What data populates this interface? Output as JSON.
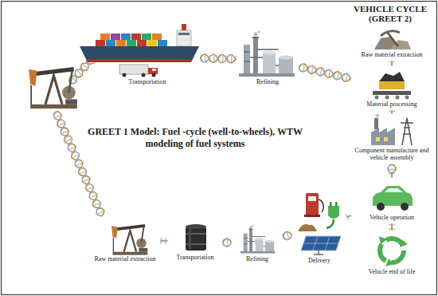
{
  "diagram": {
    "title": "GREET 1 Model: Fuel -cycle (well-to-wheels), WTW modeling of fuel systems",
    "nodes": [
      {
        "text": [
          "Transportation"
        ]
      },
      {
        "text": [
          "Refining"
        ]
      },
      {
        "text": [
          "Raw material extraction"
        ]
      },
      {
        "text": [
          "Transportation"
        ]
      },
      {
        "text": [
          "Refining"
        ]
      },
      {
        "text": [
          "Delivery"
        ]
      },
      {
        "text": [
          "Raw material extraction"
        ]
      },
      {
        "text": [
          "Material processing"
        ]
      },
      {
        "text": [
          "Component manufacture and vehicle assembly"
        ]
      },
      {
        "text": [
          "Vehicle operation"
        ]
      },
      {
        "text": [
          "Vehicle end of life"
        ]
      }
    ],
    "edges": [
      {
        "from": 0,
        "to": 1,
        "arrow": "none"
      },
      {
        "from": 1,
        "to": 7,
        "arrow": "none"
      },
      {
        "from": 2,
        "to": 3,
        "arrow": "none"
      },
      {
        "from": 3,
        "to": 4,
        "arrow": "none"
      },
      {
        "from": 4,
        "to": 5,
        "arrow": "none"
      },
      {
        "from": 5,
        "to": 9,
        "arrow": "none"
      },
      {
        "from": 6,
        "to": 7,
        "arrow": "none"
      },
      {
        "from": 7,
        "to": 8,
        "arrow": "none"
      },
      {
        "from": 8,
        "to": 9,
        "arrow": "none"
      },
      {
        "from": 9,
        "to": 10,
        "arrow": "none"
      }
    ],
    "labels": [
      "VEHICLE CYCLE (GREET 2)"
    ]
  }
}
